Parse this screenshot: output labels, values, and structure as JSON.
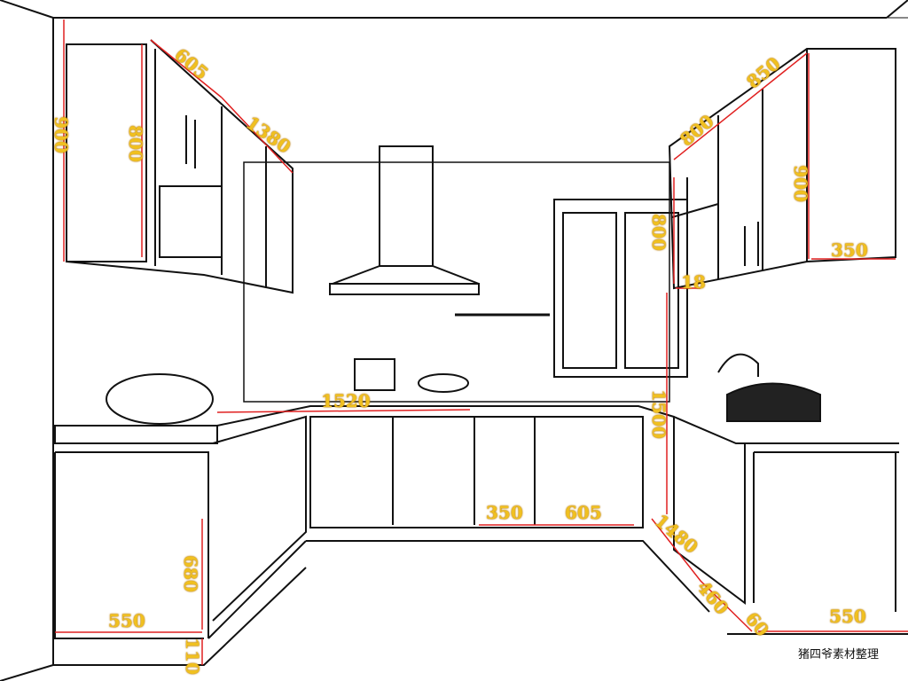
{
  "dimensions": {
    "upper_left_height": "900",
    "upper_left_cabinet_height": "800",
    "upper_left_depth": "605",
    "upper_left_length": "1380",
    "upper_right_depth": "850",
    "upper_right_length": "800",
    "upper_right_height": "900",
    "upper_right_side": "350",
    "window_height": "800",
    "upper_gap": "18",
    "counter_back_length": "1520",
    "counter_height_right": "1500",
    "base_unit_350": "350",
    "dishwasher_width": "605",
    "right_run_length": "1480",
    "right_depth": "460",
    "toe_kick": "60",
    "right_base_width": "550",
    "left_base_height": "680",
    "left_base_width": "550",
    "plinth_height": "110"
  },
  "watermark": "猪四爷素材整理",
  "colors": {
    "dimension_text": "#f0c020",
    "dimension_line": "#e02020",
    "line": "#111111"
  }
}
